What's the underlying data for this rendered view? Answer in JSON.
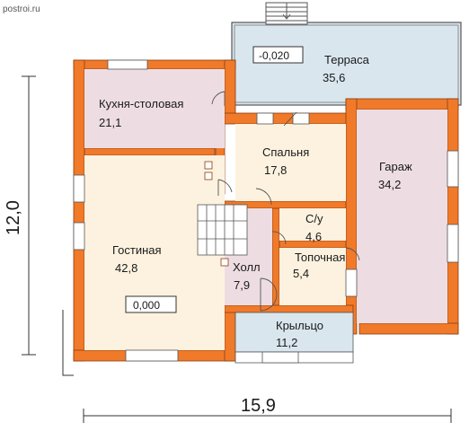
{
  "watermark": "postroi.ru",
  "colors": {
    "wall": "#f07a2a",
    "terrace": "#d9e6ee",
    "kitchen": "#eddde3",
    "living": "#fdf2df",
    "garage": "#eddde3",
    "bedroom": "#fdf2df",
    "hall": "#eddde3",
    "porch": "#d9e6ee"
  },
  "rooms": {
    "terrace": {
      "name": "Терраса",
      "area": "35,6"
    },
    "kitchen": {
      "name": "Кухня-столовая",
      "area": "21,1"
    },
    "bedroom": {
      "name": "Спальня",
      "area": "17,8"
    },
    "garage": {
      "name": "Гараж",
      "area": "34,2"
    },
    "bathroom": {
      "name": "С/у",
      "area": "4,6"
    },
    "living": {
      "name": "Гостиная",
      "area": "42,8"
    },
    "hall": {
      "name": "Холл",
      "area": "7,9"
    },
    "boiler": {
      "name": "Топочная",
      "area": "5,4"
    },
    "porch": {
      "name": "Крыльцо",
      "area": "11,2"
    }
  },
  "levels": {
    "terrace": "-0,020",
    "living": "0,000"
  },
  "dimensions": {
    "height": "12,0",
    "width": "15,9"
  }
}
